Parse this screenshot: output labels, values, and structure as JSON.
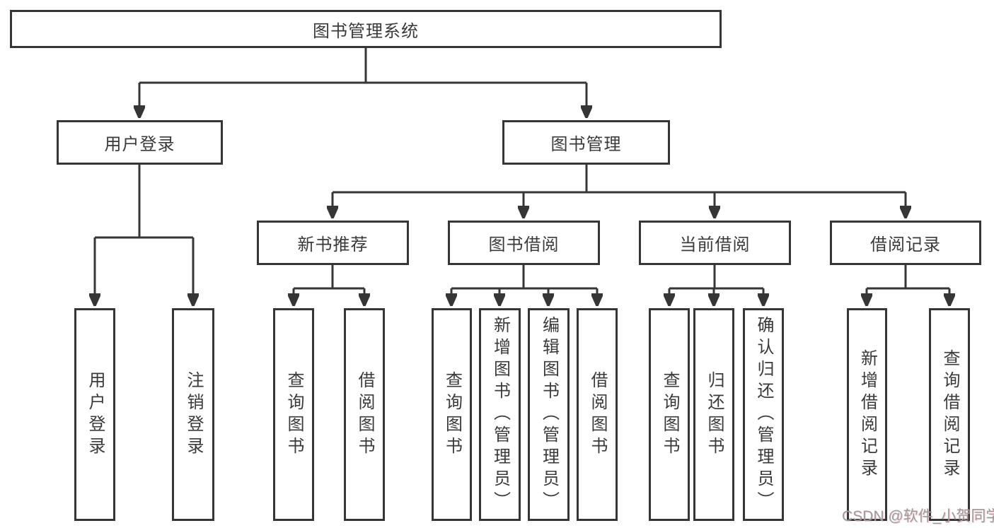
{
  "diagram": {
    "type": "hierarchy-tree",
    "root_key": "root"
  },
  "nodes": {
    "root": {
      "label": "图书管理系统",
      "children": [
        "user_login",
        "book_management"
      ]
    },
    "user_login": {
      "label": "用户登录",
      "children": [
        "leaf_user_login",
        "leaf_logout"
      ]
    },
    "book_management": {
      "label": "图书管理",
      "children": [
        "new_book_recommend",
        "book_borrowing",
        "current_borrowing",
        "borrow_records"
      ]
    },
    "new_book_recommend": {
      "label": "新书推荐",
      "children": [
        "leaf_nbr_query_books",
        "leaf_nbr_borrow_books"
      ]
    },
    "book_borrowing": {
      "label": "图书借阅",
      "children": [
        "leaf_bb_query_books",
        "leaf_bb_add_books",
        "leaf_bb_edit_books",
        "leaf_bb_borrow_books"
      ]
    },
    "current_borrowing": {
      "label": "当前借阅",
      "children": [
        "leaf_cb_query_books",
        "leaf_cb_return_books",
        "leaf_cb_confirm_return"
      ]
    },
    "borrow_records": {
      "label": "借阅记录",
      "children": [
        "leaf_br_add_record",
        "leaf_br_query_record"
      ]
    },
    "leaf_user_login": {
      "label": "用户登录"
    },
    "leaf_logout": {
      "label": "注销登录"
    },
    "leaf_nbr_query_books": {
      "label": "查询图书"
    },
    "leaf_nbr_borrow_books": {
      "label": "借阅图书"
    },
    "leaf_bb_query_books": {
      "label": "查询图书"
    },
    "leaf_bb_add_books": {
      "label": "新增图书（管理员）"
    },
    "leaf_bb_edit_books": {
      "label": "编辑图书（管理员）"
    },
    "leaf_bb_borrow_books": {
      "label": "借阅图书"
    },
    "leaf_cb_query_books": {
      "label": "查询图书"
    },
    "leaf_cb_return_books": {
      "label": "归还图书"
    },
    "leaf_cb_confirm_return": {
      "label": "确认归还（管理员）"
    },
    "leaf_br_add_record": {
      "label": "新增借阅记录"
    },
    "leaf_br_query_record": {
      "label": "查询借阅记录"
    }
  },
  "watermark": {
    "text": "CSDN @软件_小贺同学"
  },
  "colors": {
    "line": "#363636",
    "box_border": "#363636",
    "text": "#3a3a3a",
    "watermark": "#9c9c9c",
    "background": "#ffffff"
  }
}
